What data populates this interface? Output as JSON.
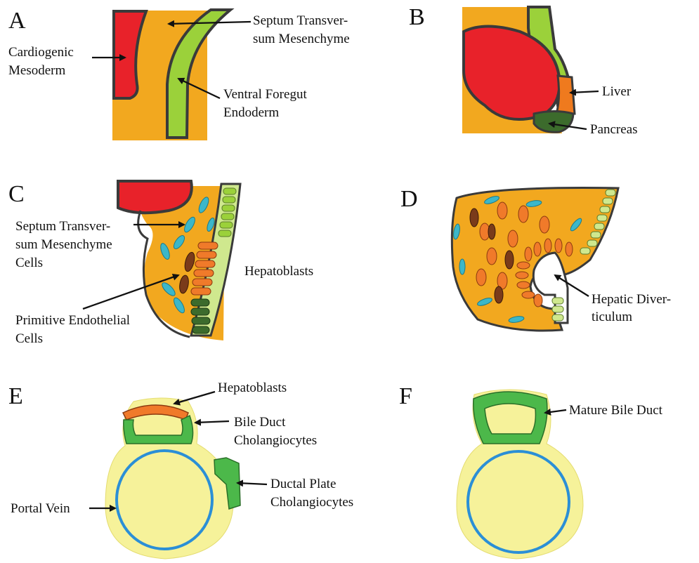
{
  "panels": {
    "A": {
      "letter": "A",
      "septum_1": "Septum Transver-",
      "septum_2": "sum Mesenchyme",
      "cardio_1": "Cardiogenic",
      "cardio_2": "Mesoderm",
      "endo_1": "Ventral Foregut",
      "endo_2": "Endoderm"
    },
    "B": {
      "letter": "B",
      "liver": "Liver",
      "pancreas": "Pancreas"
    },
    "C": {
      "letter": "C",
      "stm_1": "Septum Transver-",
      "stm_2": "sum Mesenchyme",
      "stm_3": "Cells",
      "hepatoblasts": "Hepatoblasts",
      "endo_1": "Primitive Endothelial",
      "endo_2": "Cells"
    },
    "D": {
      "letter": "D",
      "div_1": "Hepatic Diver-",
      "div_2": "ticulum"
    },
    "E": {
      "letter": "E",
      "hepatoblasts": "Hepatoblasts",
      "bile_1": "Bile Duct",
      "bile_2": "Cholangiocytes",
      "ductal_1": "Ductal Plate",
      "ductal_2": "Cholangiocytes",
      "portal": "Portal Vein"
    },
    "F": {
      "letter": "F",
      "mature": "Mature Bile Duct"
    }
  },
  "colors": {
    "mesenchyme": "#f2a81f",
    "cardiogenic": "#e8222a",
    "endoderm": "#9bd13a",
    "liver": "#ef7a1e",
    "pancreas": "#3c6b2c",
    "hepatoblast": "#f07a2a",
    "stm_cell": "#3cb7c9",
    "endothelial": "#7a3b1a",
    "portal_fill": "#f6f29a",
    "portal_wall": "#2b8fd6",
    "cholangiocyte": "#4cb84a",
    "outline": "#3a3a3a"
  }
}
